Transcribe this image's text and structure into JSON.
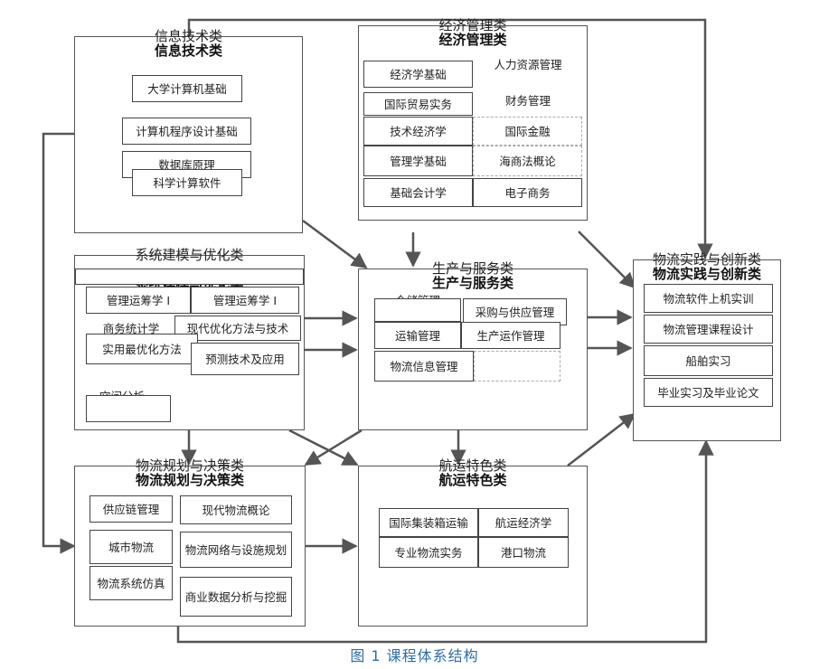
{
  "figure": {
    "caption": "图 1 课程体系结构"
  },
  "groups": {
    "it": {
      "title": "信息技术类",
      "courses": [
        "大学计算机基础",
        "计算机程序设计基础",
        "数据库原理",
        "科学计算软件"
      ]
    },
    "econ": {
      "title": "经济管理类",
      "courses": [
        "经济学基础",
        "人力资源管理",
        "国际贸易实务",
        "财务管理",
        "技术经济学",
        "国际金融",
        "管理学基础",
        "海商法概论",
        "基础会计学",
        "电子商务"
      ]
    },
    "modeling": {
      "title": "系统建模与优化类",
      "courses": [
        "管理运筹学 I",
        "管理运筹学 I",
        "商务统计学",
        "现代优化方法与技术",
        "实用最优化方法",
        "预测技术及应用",
        "空间分析"
      ]
    },
    "production": {
      "title": "生产与服务类",
      "courses": [
        "仓储管理",
        "采购与供应管理",
        "运输管理",
        "生产运作管理",
        "物流信息管理"
      ]
    },
    "practice": {
      "title": "物流实践与创新类",
      "courses": [
        "物流软件上机实训",
        "物流管理课程设计",
        "船舶实习",
        "毕业实习及毕业论文"
      ]
    },
    "planning": {
      "title": "物流规划与决策类",
      "courses": [
        "供应链管理",
        "现代物流概论",
        "城市物流",
        "物流网络与设施规划",
        "物流系统仿真",
        "商业数据分析与挖掘"
      ]
    },
    "shipping": {
      "title": "航运特色类",
      "courses": [
        "国际集装箱运输",
        "航运经济学",
        "专业物流实务",
        "港口物流"
      ]
    }
  }
}
